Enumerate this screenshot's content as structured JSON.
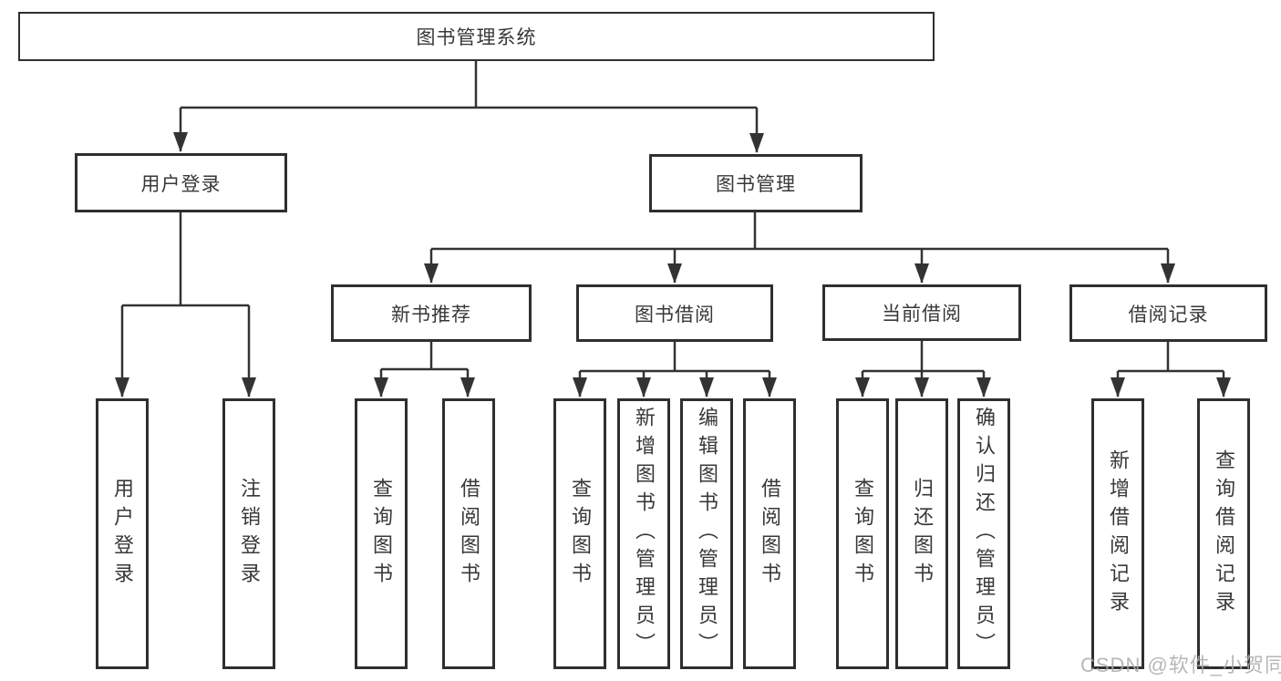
{
  "diagram": {
    "type": "hierarchy-tree",
    "root": {
      "label": "图书管理系统"
    },
    "level2": [
      {
        "label": "用户登录",
        "children": [
          {
            "label": "用户登录"
          },
          {
            "label": "注销登录"
          }
        ]
      },
      {
        "label": "图书管理",
        "children": [
          {
            "label": "新书推荐",
            "children": [
              {
                "label": "查询图书"
              },
              {
                "label": "借阅图书"
              }
            ]
          },
          {
            "label": "图书借阅",
            "children": [
              {
                "label": "查询图书"
              },
              {
                "label": "新增图书（管理员）"
              },
              {
                "label": "编辑图书（管理员）"
              },
              {
                "label": "借阅图书"
              }
            ]
          },
          {
            "label": "当前借阅",
            "children": [
              {
                "label": "查询图书"
              },
              {
                "label": "归还图书"
              },
              {
                "label": "确认归还（管理员）"
              }
            ]
          },
          {
            "label": "借阅记录",
            "children": [
              {
                "label": "新增借阅记录"
              },
              {
                "label": "查询借阅记录"
              }
            ]
          }
        ]
      }
    ]
  },
  "watermark": {
    "text": "CSDN @软件_小贺同学"
  },
  "colors": {
    "line": "#333333",
    "box_border": "#2f2f2f",
    "box_background": "#ffffff",
    "text": "#383838",
    "watermark": "#ababab",
    "page_background": "#ffffff"
  }
}
